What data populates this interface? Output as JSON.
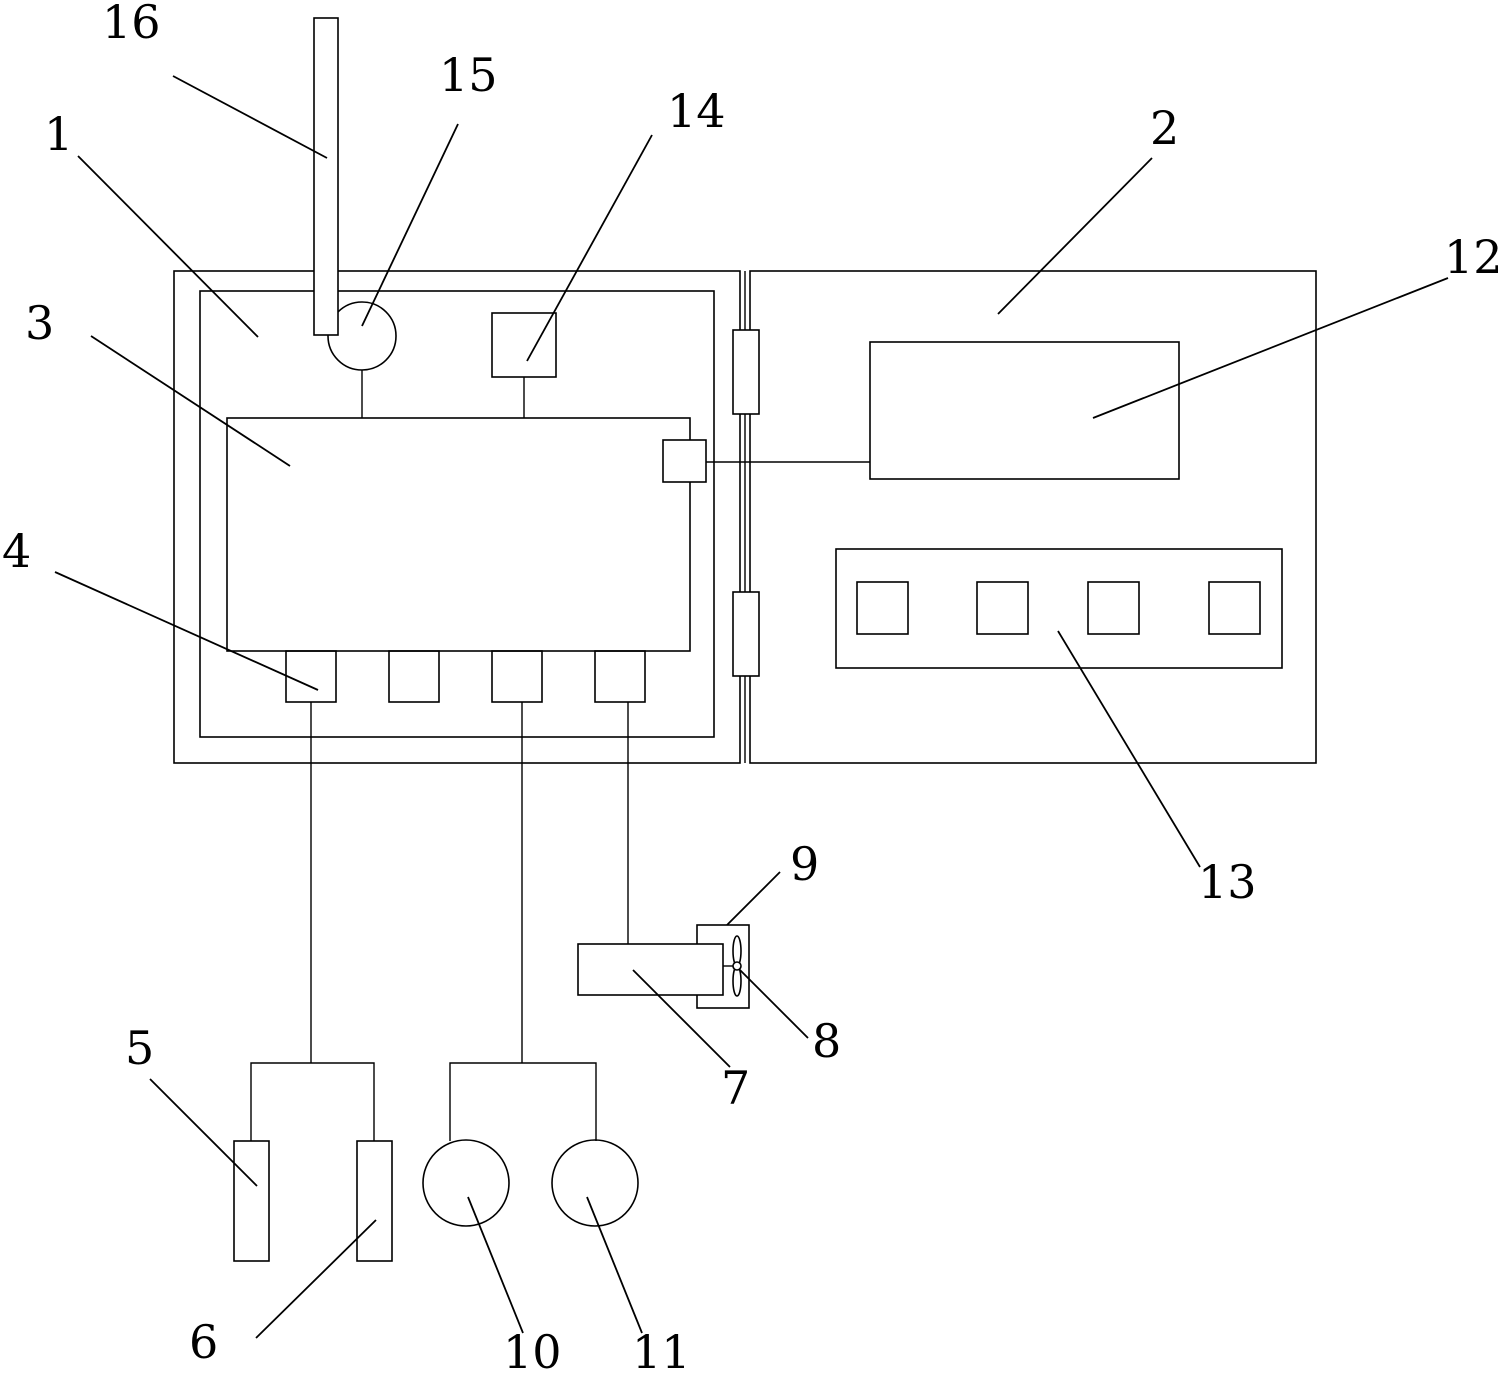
{
  "labels": {
    "n1": "1",
    "n2": "2",
    "n3": "3",
    "n4": "4",
    "n5": "5",
    "n6": "6",
    "n7": "7",
    "n8": "8",
    "n9": "9",
    "n10": "10",
    "n11": "11",
    "n12": "12",
    "n13": "13",
    "n14": "14",
    "n15": "15",
    "n16": "16"
  },
  "colors": {
    "line": "#000000",
    "background": "#ffffff"
  }
}
